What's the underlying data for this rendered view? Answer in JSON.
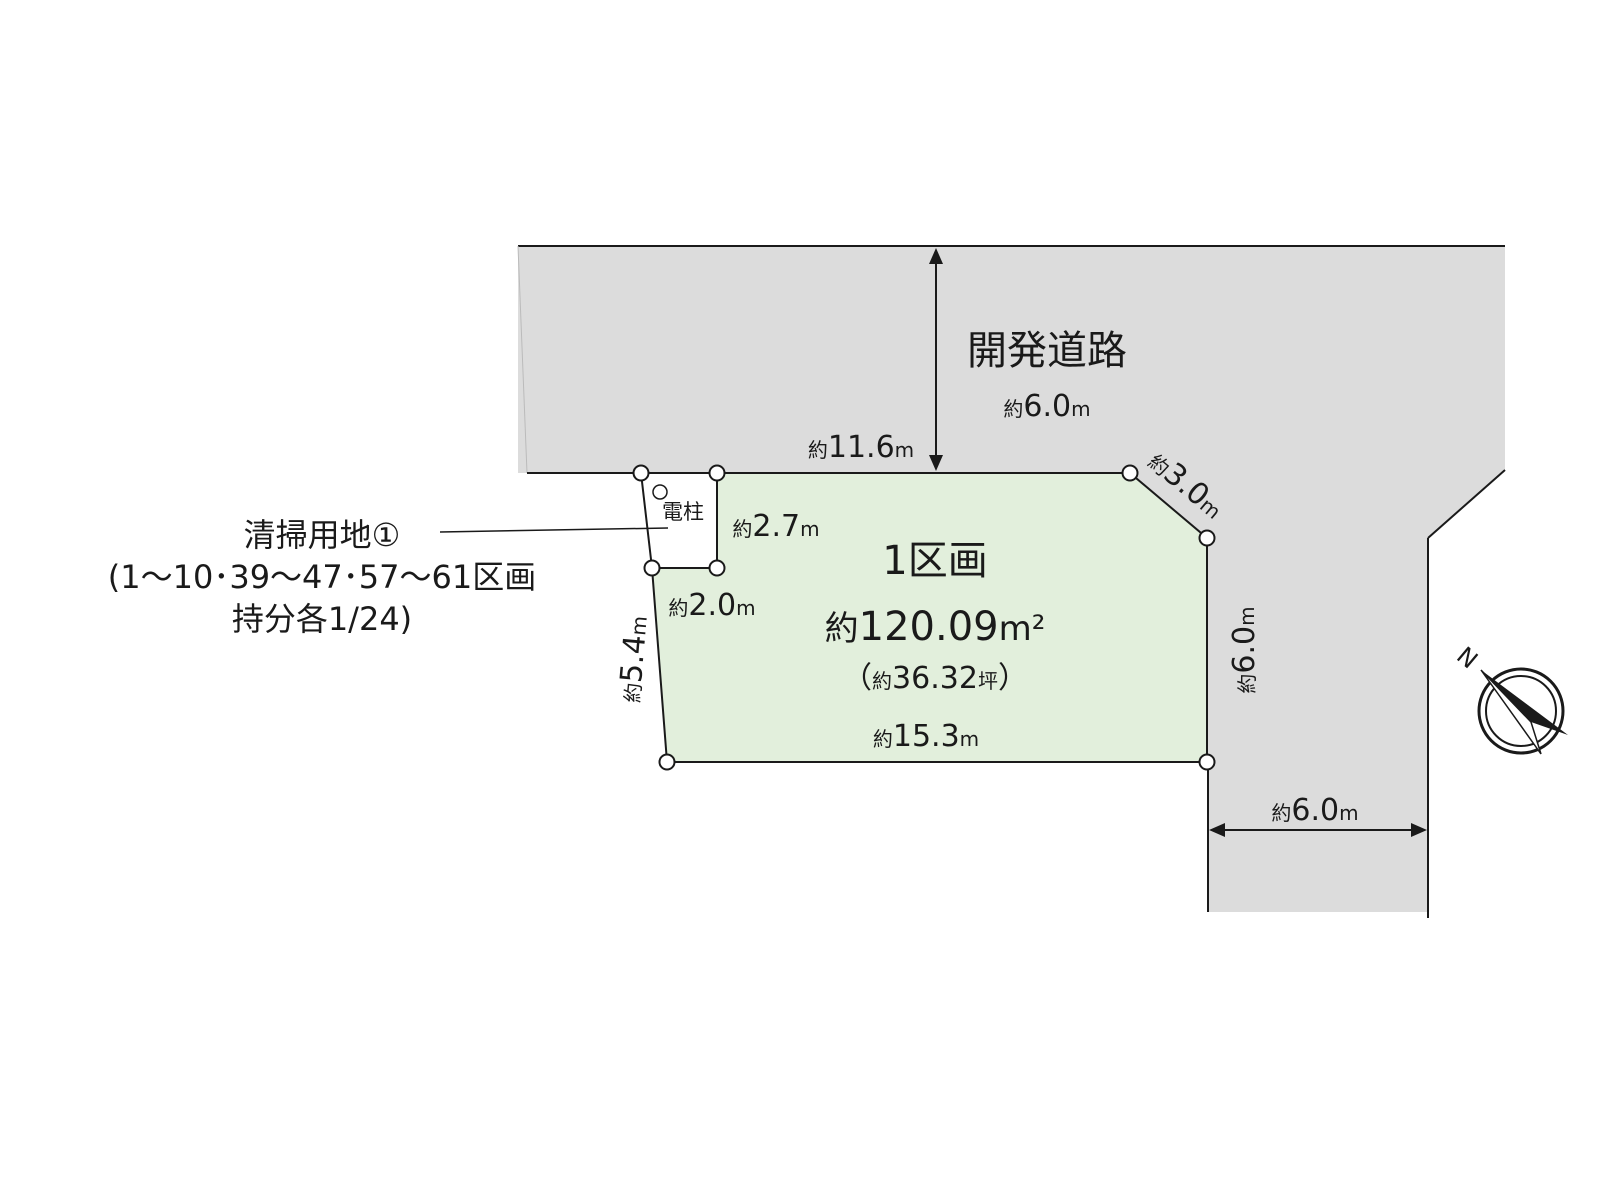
{
  "road_north": {
    "name": "開発道路",
    "prefix": "約",
    "value": "6.0",
    "unit": "m"
  },
  "road_east": {
    "prefix": "約",
    "value": "6.0",
    "unit": "m"
  },
  "lot": {
    "title": "1区画",
    "area_prefix": "約",
    "area_value": "120.09",
    "area_unit": "m²",
    "tsubo_open": "（",
    "tsubo_prefix": "約",
    "tsubo_value": "36.32",
    "tsubo_unit": "坪",
    "tsubo_close": "）",
    "fill_color": "#e2efdc"
  },
  "dimensions": {
    "top": {
      "prefix": "約",
      "value": "11.6",
      "unit": "m"
    },
    "corner_cut": {
      "prefix": "約",
      "value": "3.0",
      "unit": "m"
    },
    "right": {
      "prefix": "約",
      "value": "6.0",
      "unit": "m"
    },
    "bottom": {
      "prefix": "約",
      "value": "15.3",
      "unit": "m"
    },
    "left": {
      "prefix": "約",
      "value": "5.4",
      "unit": "m"
    },
    "cleaning_right": {
      "prefix": "約",
      "value": "2.7",
      "unit": "m"
    },
    "cleaning_bottom": {
      "prefix": "約",
      "value": "2.0",
      "unit": "m"
    }
  },
  "utility_pole": {
    "label": "電柱"
  },
  "cleaning_land": {
    "line1": "清掃用地①",
    "line2": "(1〜10･39〜47･57〜61区画",
    "line3": "持分各1/24)"
  },
  "compass": {
    "label": "N",
    "icon": "north-arrow-icon"
  },
  "colors": {
    "road": "#dcdcdc",
    "lot": "#e2efdc",
    "line": "#1a1a1a"
  }
}
